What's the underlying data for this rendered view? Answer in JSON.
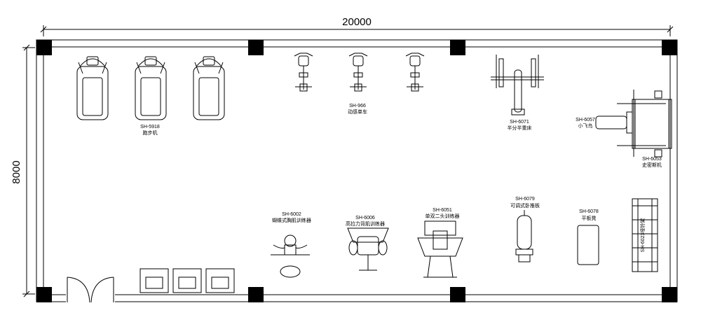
{
  "dimensions": {
    "width_label": "20000",
    "height_label": "8000"
  },
  "equipment": {
    "treadmill": {
      "model": "SH-5918",
      "name": "跑步机"
    },
    "bike": {
      "model": "SH-966",
      "name": "动感单车"
    },
    "half_rack": {
      "model": "SH-6071",
      "name": "半分半重床"
    },
    "bench_small": {
      "model": "SH-6057",
      "name": "小飞鸟"
    },
    "smith": {
      "model": "SH-6053",
      "name": "史密斯机"
    },
    "butterfly": {
      "model": "SH-6002",
      "name": "蝴蝶式胸肌训练器"
    },
    "lat_pull": {
      "model": "SH-6006",
      "name": "高拉力背肌训练器"
    },
    "biceps": {
      "model": "SH-6051",
      "name": "单双二头训练器"
    },
    "adjustable_bench": {
      "model": "SH-6079",
      "name": "可调式卧推板"
    },
    "flat_bench": {
      "model": "SH-6078",
      "name": "平板凳"
    },
    "dumbbell_rack": {
      "model": "SH-6023",
      "name": "哑铃架"
    }
  }
}
